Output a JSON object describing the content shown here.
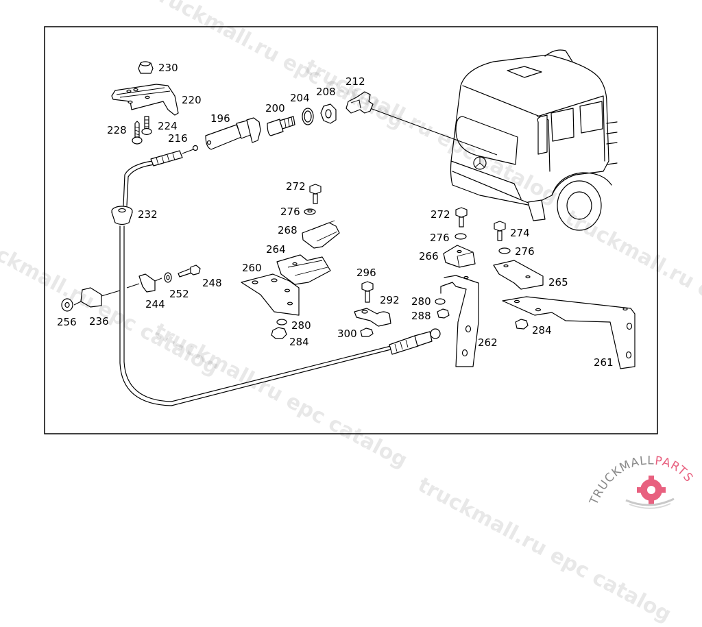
{
  "diagram": {
    "type": "exploded parts diagram",
    "subject": "Truck cab with control cable assembly and mounting brackets",
    "callouts": [
      {
        "id": "c230",
        "label": "230",
        "part": "nut"
      },
      {
        "id": "c220",
        "label": "220",
        "part": "mounting bracket"
      },
      {
        "id": "c228",
        "label": "228",
        "part": "tapping screw"
      },
      {
        "id": "c224",
        "label": "224",
        "part": "bolt"
      },
      {
        "id": "c216",
        "label": "216",
        "part": "cable end fitting"
      },
      {
        "id": "c196",
        "label": "196",
        "part": "cable housing connector"
      },
      {
        "id": "c200",
        "label": "200",
        "part": "adapter"
      },
      {
        "id": "c204",
        "label": "204",
        "part": "sealing ring"
      },
      {
        "id": "c208",
        "label": "208",
        "part": "hex nut"
      },
      {
        "id": "c212",
        "label": "212",
        "part": "knob / cap nut"
      },
      {
        "id": "c232",
        "label": "232",
        "part": "grommet"
      },
      {
        "id": "c272a",
        "label": "272",
        "part": "bolt"
      },
      {
        "id": "c276a",
        "label": "276",
        "part": "washer"
      },
      {
        "id": "c268",
        "label": "268",
        "part": "clamp half"
      },
      {
        "id": "c264",
        "label": "264",
        "part": "clamp"
      },
      {
        "id": "c260",
        "label": "260",
        "part": "bracket"
      },
      {
        "id": "c280a",
        "label": "280",
        "part": "spring washer"
      },
      {
        "id": "c284a",
        "label": "284",
        "part": "nut"
      },
      {
        "id": "c248",
        "label": "248",
        "part": "bolt"
      },
      {
        "id": "c252",
        "label": "252",
        "part": "washer"
      },
      {
        "id": "c244",
        "label": "244",
        "part": "cable clip"
      },
      {
        "id": "c256",
        "label": "256",
        "part": "nut"
      },
      {
        "id": "c236",
        "label": "236",
        "part": "clip holder"
      },
      {
        "id": "c296",
        "label": "296",
        "part": "bolt"
      },
      {
        "id": "c292",
        "label": "292",
        "part": "cable clamp"
      },
      {
        "id": "c300",
        "label": "300",
        "part": "nut"
      },
      {
        "id": "c272b",
        "label": "272",
        "part": "bolt"
      },
      {
        "id": "c276b",
        "label": "276",
        "part": "washer"
      },
      {
        "id": "c266",
        "label": "266",
        "part": "clamp block"
      },
      {
        "id": "c274",
        "label": "274",
        "part": "bolt"
      },
      {
        "id": "c276c",
        "label": "276",
        "part": "washer"
      },
      {
        "id": "c265",
        "label": "265",
        "part": "clamp block"
      },
      {
        "id": "c280b",
        "label": "280",
        "part": "spring washer"
      },
      {
        "id": "c288",
        "label": "288",
        "part": "nut"
      },
      {
        "id": "c262",
        "label": "262",
        "part": "bracket"
      },
      {
        "id": "c284b",
        "label": "284",
        "part": "nut"
      },
      {
        "id": "c261",
        "label": "261",
        "part": "bracket"
      }
    ]
  },
  "watermarks": [
    "truckmall.ru epc catalog",
    "truckmall.ru epc catalog",
    "truckmall.ru epc catalog",
    "truckmall.ru epc catalog",
    "truckmall.ru epc catalog"
  ],
  "logo": {
    "text_primary": "TRUCKMALL",
    "text_accent": "PARTS",
    "primary_color": "#8a8a8a",
    "accent_color": "#e8607f"
  }
}
